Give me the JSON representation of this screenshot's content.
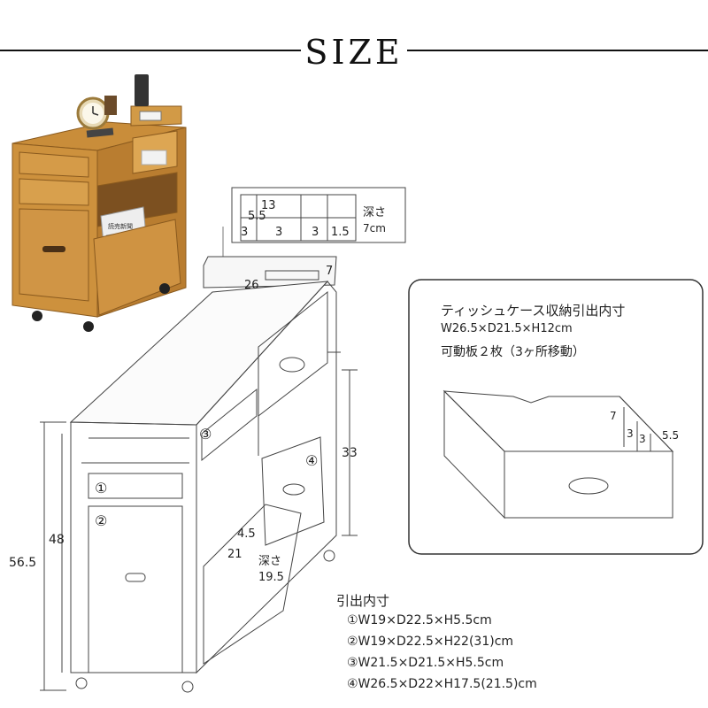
{
  "title": "SIZE",
  "top_box": {
    "dims": [
      "13",
      "5.5",
      "3",
      "3",
      "3",
      "1.5"
    ],
    "depth_label": "深さ",
    "depth_value": "7cm"
  },
  "cabinet_dims": {
    "top_width": "26",
    "top_side": "7",
    "height_total": "56.5",
    "height_body": "48",
    "height_shelf": "33",
    "drawer_dim_a": "4.5",
    "drawer_dim_b": "21",
    "drawer_depth_label": "深さ",
    "drawer_depth_value": "19.5"
  },
  "markers": [
    "①",
    "②",
    "③",
    "④"
  ],
  "tissue_box": {
    "heading": "ティッシュケース収納引出内寸",
    "dimensions": "W26.5×D21.5×H12cm",
    "shelf_note": "可動板２枚（3ヶ所移動）",
    "dims": [
      "7",
      "3",
      "3",
      "5.5"
    ]
  },
  "drawer_specs": {
    "heading": "引出内寸",
    "items": [
      "①W19×D22.5×H5.5cm",
      "②W19×D22.5×H22(31)cm",
      "③W21.5×D21.5×H5.5cm",
      "④W26.5×D22×H17.5(21.5)cm"
    ]
  },
  "photo": {
    "newspaper_text": "読売新聞"
  }
}
